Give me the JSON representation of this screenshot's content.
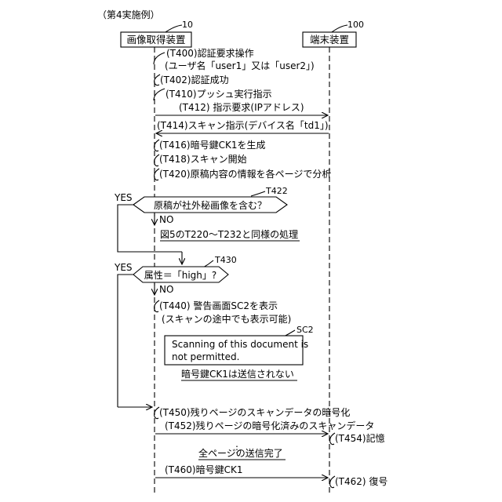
{
  "caption": "（第4実施例）",
  "actors": {
    "device": {
      "label": "画像取得装置",
      "ref": "10"
    },
    "terminal": {
      "label": "端末装置",
      "ref": "100"
    }
  },
  "steps": {
    "t400_line1": "(T400)認証要求操作",
    "t400_line2": "(ユーザ名「user1」又は「user2」)",
    "t402": "(T402)認証成功",
    "t410": "(T410)プッシュ実行指示",
    "t412": "(T412) 指示要求(IPアドレス)",
    "t414": "(T414)スキャン指示(デバイス名「td1」)",
    "t416": "(T416)暗号鍵CK1を生成",
    "t418": "(T418)スキャン開始",
    "t420": "(T420)原稿内容の情報を各ページで分析",
    "t440_line1": "(T440) 警告画面SC2を表示",
    "t440_line2": "(スキャンの途中でも表示可能)",
    "t450": "(T450)残りページのスキャンデータの暗号化",
    "t452": "(T452)残りページの暗号化済みのスキャンデータ",
    "t454": "(T454)記憶",
    "t460": "(T460)暗号鍵CK1",
    "t462": "(T462) 復号"
  },
  "decisions": {
    "t422": {
      "ref": "T422",
      "text": "原稿が社外秘画像を含む？",
      "yes": "YES",
      "no": "NO"
    },
    "t430": {
      "ref": "T430",
      "text": "属性＝「high」?",
      "yes": "YES",
      "no": "NO"
    }
  },
  "notes": {
    "same_process": "図5のT220～T232と同様の処理",
    "key_not_sent": "暗号鍵CK1は送信されない",
    "all_pages_sent": "全ページの送信完了"
  },
  "warning_screen": {
    "ref": "SC2",
    "line1": "Scanning of this document is",
    "line2": "not permitted."
  },
  "ellipsis": "⋮"
}
